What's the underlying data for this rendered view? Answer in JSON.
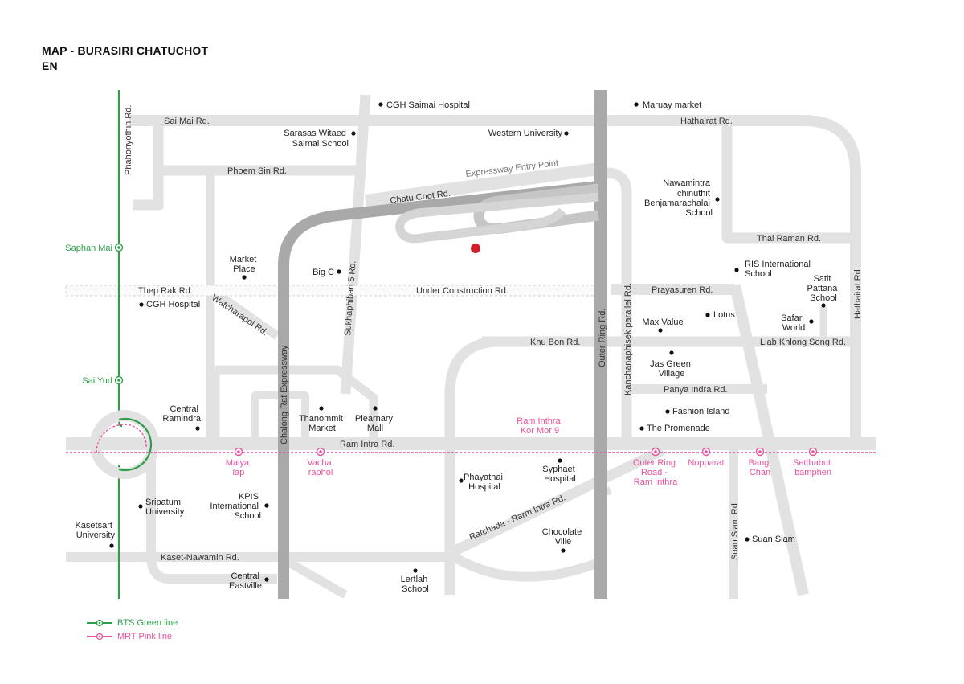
{
  "header": {
    "title_line1": "MAP - BURASIRI CHATUCHOT",
    "title_line2": "EN"
  },
  "roads": {
    "phahonyothin": "Phahonyothin Rd.",
    "sai_mai": "Sai Mai Rd.",
    "phoem_sin": "Phoem Sin Rd.",
    "chatu_chot": "Chatu Chot Rd.",
    "expressway_entry": "Expressway Entry Point",
    "hathairat_top": "Hathairat Rd.",
    "hathairat_right": "Hathairat Rd.",
    "thai_raman": "Thai Raman Rd.",
    "thep_rak": "Thep Rak Rd.",
    "under_construction": "Under Construction Rd.",
    "prayasuren": "Prayasuren Rd.",
    "watcharapol": "Watcharapol Rd.",
    "sukhaphiban5": "Sukhaphiban 5 Rd.",
    "chalong_rat": "Chalong Rat Expressway",
    "outer_ring": "Outer Ring Rd.",
    "kanchanaphisek": "Kanchanaphisek parallel Rd.",
    "khu_bon": "Khu Bon Rd.",
    "liab_khlong": "Liab Khlong Song Rd.",
    "panya_indra": "Panya Indra Rd.",
    "ram_intra": "Ram Intra Rd.",
    "ratchada": "Ratchada - Rarm Intra Rd.",
    "kaset_nawamin": "Kaset-Nawamin Rd.",
    "suan_siam_rd": "Suan Siam Rd."
  },
  "places": {
    "cgh_saimai": "CGH Saimai Hospital",
    "maruay": "Maruay market",
    "sarasas": [
      "Sarasas Witaed",
      "Saimai School"
    ],
    "western": "Western University",
    "nawamintra": [
      "Nawamintra",
      "chinuthit",
      "Benjamarachalai",
      "School"
    ],
    "market_place": [
      "Market",
      "Place"
    ],
    "big_c": "Big C",
    "ris": [
      "RIS International",
      "School"
    ],
    "satit": [
      "Satit",
      "Pattana",
      "School"
    ],
    "cgh_hospital": "CGH Hospital",
    "lotus": "Lotus",
    "max_value": "Max Value",
    "safari": [
      "Safari",
      "World"
    ],
    "jas_green": [
      "Jas Green",
      "Village"
    ],
    "central_ramindra": [
      "Central",
      "Ramindra"
    ],
    "thanommit": [
      "Thanommit",
      "Market"
    ],
    "plearnary": [
      "Plearnary",
      "Mall"
    ],
    "fashion_island": "Fashion Island",
    "promenade": "The Promenade",
    "sripatum": [
      "Sripatum",
      "University"
    ],
    "kpis": [
      "KPIS",
      "International",
      "School"
    ],
    "kasetsart": [
      "Kasetsart",
      "University"
    ],
    "phayathai": [
      "Phayathai",
      "Hospital"
    ],
    "syphaet": [
      "Syphaet",
      "Hospital"
    ],
    "chocolate_ville": [
      "Chocolate",
      "Ville"
    ],
    "suan_siam": "Suan Siam",
    "central_eastville": [
      "Central",
      "Eastville"
    ],
    "lertlah": [
      "Lertlah",
      "School"
    ]
  },
  "stations": {
    "saphan_mai": "Saphan Mai",
    "sai_yud": "Sai Yud",
    "ram_inthra_kor_mor_9": [
      "Ram Inthra",
      "Kor Mor 9"
    ],
    "maiyalap": [
      "Maiya",
      "lap"
    ],
    "vacharaphol": [
      "Vacha",
      "raphol"
    ],
    "outer_ring_road": [
      "Outer Ring",
      "Road -",
      "Ram Inthra"
    ],
    "nopparat": "Nopparat",
    "bang_chan": [
      "Bang",
      "Chan"
    ],
    "setthabut": [
      "Setthabut",
      "bamphen"
    ]
  },
  "legend": {
    "bts": "BTS Green line",
    "mrt": "MRT Pink line"
  },
  "colors": {
    "road": "#e2e2e2",
    "expressway": "#a9a9a9",
    "bts_green": "#2e9e4a",
    "mrt_pink": "#e8529c",
    "project_marker": "#d0202a"
  }
}
